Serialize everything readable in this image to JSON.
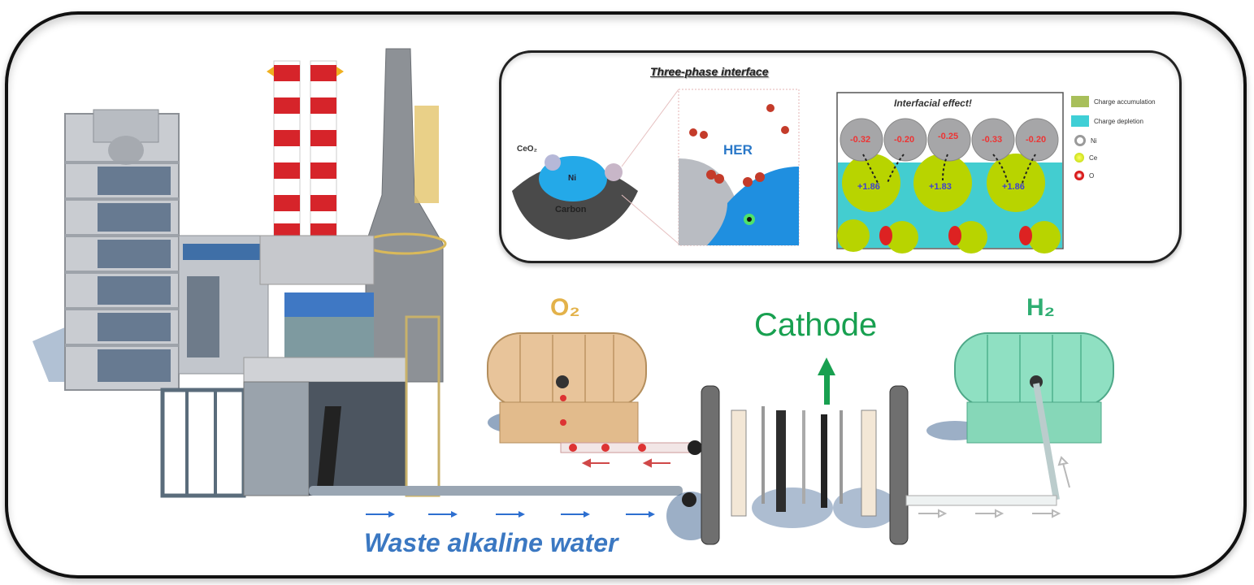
{
  "inset": {
    "title": "Three-phase interface",
    "ceo2_label": "CeO₂",
    "ni_label": "Ni",
    "carbon_label": "Carbon",
    "her_label": "HER",
    "interfacial_title": "Interfacial effect!",
    "ni_charges": [
      "-0.32",
      "-0.20",
      "-0.25",
      "-0.33",
      "-0.20"
    ],
    "ce_charges": [
      "+1.86",
      "+1.83",
      "+1.86"
    ],
    "legend": [
      {
        "label": "Charge accumulation",
        "color": "#a8bf5a",
        "kind": "swatch"
      },
      {
        "label": "Charge depletion",
        "color": "#3fcfd6",
        "kind": "swatch"
      },
      {
        "label": "Ni",
        "color": "#9a9a9a",
        "kind": "dot"
      },
      {
        "label": "Ce",
        "color": "#b6d400",
        "kind": "dot"
      },
      {
        "label": "O",
        "color": "#d91b1b",
        "kind": "dot"
      }
    ]
  },
  "labels": {
    "o2": "O₂",
    "cathode": "Cathode",
    "h2": "H₂",
    "waste_water": "Waste alkaline water"
  },
  "colors": {
    "o2": "#e3b24a",
    "cathode": "#18a050",
    "h2": "#2fae72",
    "waste_water": "#3b78c2",
    "flow_arrow_blue": "#2d6fd0",
    "flow_arrow_red": "#d04848",
    "o2_tank": "#e8c49a",
    "h2_tank": "#8fe0c2"
  }
}
